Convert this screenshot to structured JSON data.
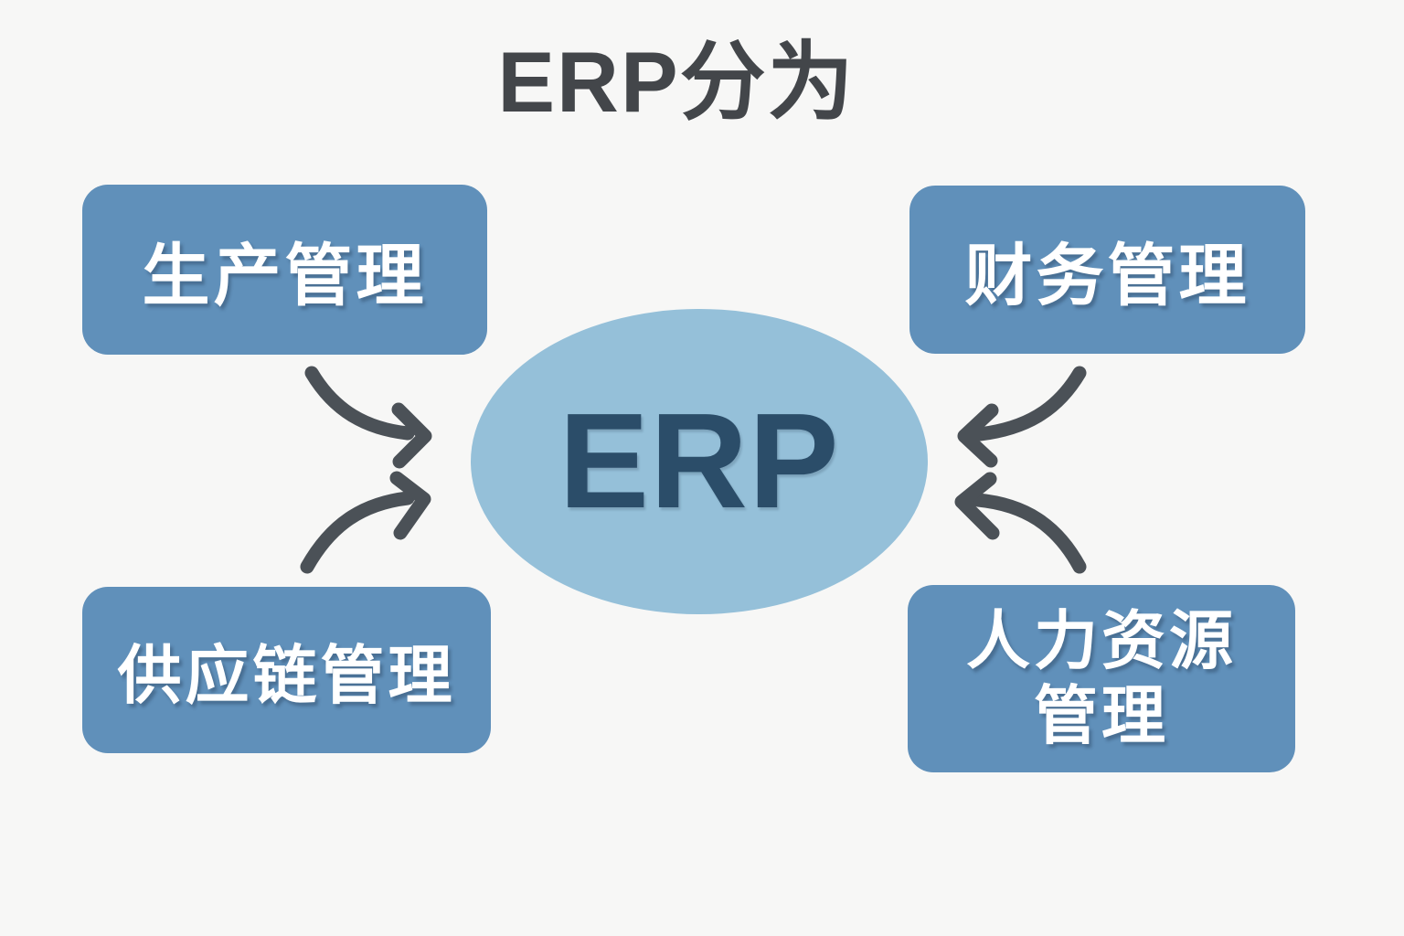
{
  "title": "ERP分为",
  "center": {
    "label": "ERP"
  },
  "nodes": [
    {
      "id": "production-management",
      "label": "生产管理",
      "position": "top-left"
    },
    {
      "id": "financial-management",
      "label": "财务管理",
      "position": "top-right"
    },
    {
      "id": "supply-chain-management",
      "label": "供应链管理",
      "position": "bottom-left"
    },
    {
      "id": "human-resources-management",
      "label": "人力资源\n管理",
      "position": "bottom-right"
    }
  ],
  "arrows": [
    {
      "from": "production-management",
      "to": "ERP"
    },
    {
      "from": "supply-chain-management",
      "to": "ERP"
    },
    {
      "from": "financial-management",
      "to": "ERP"
    },
    {
      "from": "human-resources-management",
      "to": "ERP"
    }
  ],
  "colors": {
    "background": "#f7f7f6",
    "node_fill": "#6090ba",
    "node_text": "#ffffff",
    "center_fill": "#95c0d9",
    "center_text": "#2b4d69",
    "title_text": "#43464a",
    "arrow": "#4b5157"
  }
}
